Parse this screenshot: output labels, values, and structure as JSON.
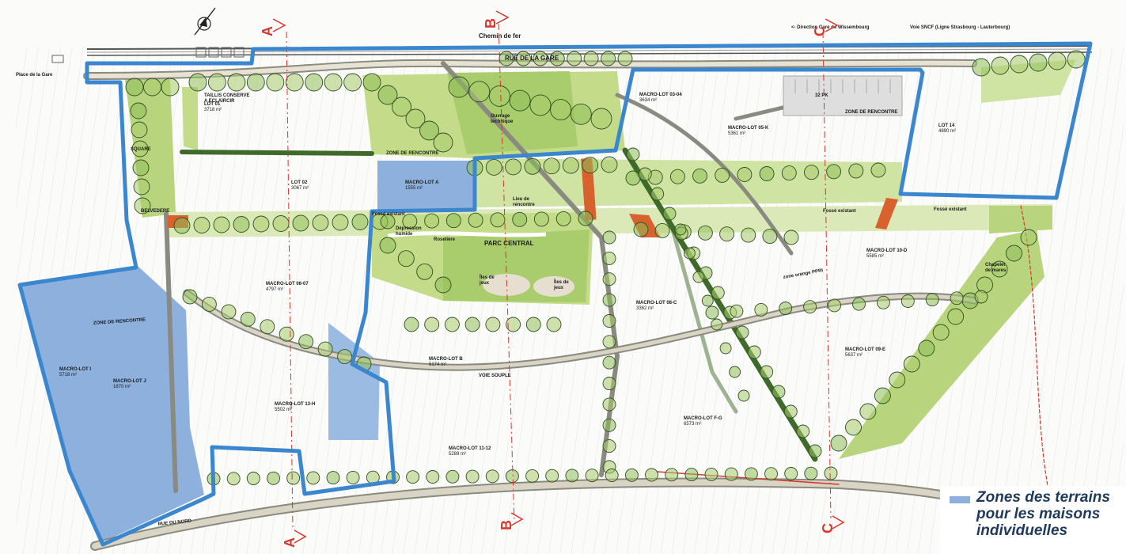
{
  "colors": {
    "boundary": "#3a86cf",
    "zone_fill": "#8eb0dd",
    "green_light": "#c4dc8a",
    "green_mid": "#a9cc6c",
    "green_dark": "#3f6b2a",
    "road": "#8a8a80",
    "paving": "#e8e2d2",
    "red_line": "#d5382f",
    "orange": "#d8612e",
    "legend_text": "#1f3a5b"
  },
  "icons": [
    "north-arrow-icon",
    "tree-icon",
    "section-marker-icon"
  ],
  "section_markers": {
    "a": "A",
    "b": "B",
    "c": "C"
  },
  "rail": {
    "label": "Chemin de fer",
    "direction_left": "<- Direction Gare de Wissembourg",
    "direction_right": "Voie SNCF (Ligne Strasbourg - Lauterbourg)"
  },
  "labels": {
    "place_de_la_gare": "Place de la Gare",
    "rue_de_la_gare": "RUE DE LA GARE",
    "taillis": "TAILLIS CONSERVE\nA ECLAIRCIR",
    "square": "SQUARE",
    "belvedere": "BELVEDERE",
    "zone_rencontre_top": "ZONE DE RENCONTRE",
    "zone_rencontre_right": "ZONE DE RENCONTRE",
    "zone_rencontre_left": "ZONE DE RENCONTRE",
    "ouvrage": "Ouvrage\ntechnique",
    "parc_central": "PARC CENTRAL",
    "roseliere": "Roselière",
    "depression": "Dépression\nhumide",
    "lieu_rencontre": "Lieu de\nrencontre",
    "iles_jeux_1": "Îles de\njeux",
    "iles_jeux_2": "Îles de\njeux",
    "fosse_1": "Fossé existant",
    "fosse_2": "Fossé existant",
    "fosse_3": "Fossé existant",
    "voie_souple": "VOIE SOUPLE",
    "rue_du_nord": "RUE DU NORD",
    "parking": "32 PK",
    "chapelet": "Chapelet\nde mares",
    "zone_orange": "zone orange PPRI"
  },
  "lots": [
    {
      "id": "lot01",
      "name": "LOT 01",
      "area": "3718 m²"
    },
    {
      "id": "lot02",
      "name": "LOT 02",
      "area": "3067 m²"
    },
    {
      "id": "mlA",
      "name": "MACRO-LOT A",
      "area": "1555 m²"
    },
    {
      "id": "ml0304",
      "name": "MACRO-LOT 03-04",
      "area": "3634 m²"
    },
    {
      "id": "ml05k",
      "name": "MACRO-LOT 05-K",
      "area": "5361 m²"
    },
    {
      "id": "lot14",
      "name": "LOT 14",
      "area": "4890 m²"
    },
    {
      "id": "ml0607",
      "name": "MACRO-LOT 06-07",
      "area": "4797 m²"
    },
    {
      "id": "mlB",
      "name": "MACRO-LOT B",
      "area": "5174 m²"
    },
    {
      "id": "ml08c",
      "name": "MACRO-LOT 08-C",
      "area": "3362 m²"
    },
    {
      "id": "ml10d",
      "name": "MACRO-LOT 10-D",
      "area": "5585 m²"
    },
    {
      "id": "ml09e",
      "name": "MACRO-LOT 09-E",
      "area": "5637 m²"
    },
    {
      "id": "mlI",
      "name": "MACRO-LOT I",
      "area": "5718 m²"
    },
    {
      "id": "mlJ",
      "name": "MACRO-LOT J",
      "area": "1670 m²"
    },
    {
      "id": "ml13h",
      "name": "MACRO-LOT 13-H",
      "area": "5502 m²"
    },
    {
      "id": "mlFG",
      "name": "MACRO-LOT F-G",
      "area": "6573 m²"
    },
    {
      "id": "ml1112",
      "name": "MACRO-LOT 11-12",
      "area": "5289 m²"
    }
  ],
  "legend": {
    "text": "Zones des terrains\npour les maisons\nindividuelles"
  }
}
